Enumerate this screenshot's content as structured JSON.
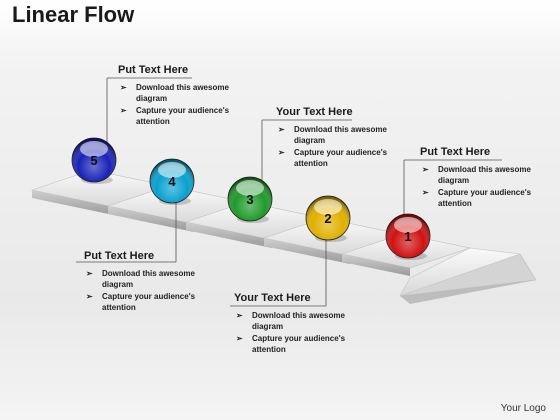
{
  "title": "Linear Flow",
  "logo": "Your Logo",
  "steps": [
    {
      "number": "1",
      "color": "#d01010"
    },
    {
      "number": "2",
      "color": "#e0b000"
    },
    {
      "number": "3",
      "color": "#1f9a2a"
    },
    {
      "number": "4",
      "color": "#0aa0d0"
    },
    {
      "number": "5",
      "color": "#1a22b8"
    }
  ],
  "callouts": [
    {
      "heading": "Put Text Here",
      "items": [
        "Download this awesome diagram",
        "Capture your audience's attention"
      ]
    },
    {
      "heading": "Your Text Here",
      "items": [
        "Download this awesome diagram",
        "Capture your audience's attention"
      ]
    },
    {
      "heading": "Put Text Here",
      "items": [
        "Download this awesome diagram",
        "Capture your audience's attention"
      ]
    },
    {
      "heading": "Put Text Here",
      "items": [
        "Download this awesome diagram",
        "Capture your audience's attention"
      ]
    },
    {
      "heading": "Your Text Here",
      "items": [
        "Download this awesome diagram",
        "Capture your audience's attention"
      ]
    }
  ]
}
